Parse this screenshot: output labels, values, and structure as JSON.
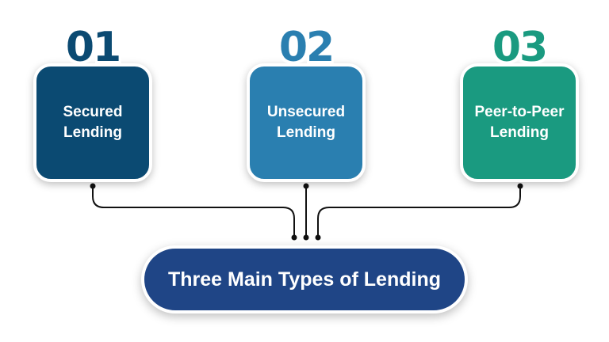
{
  "title": "Three Main Types of Lending",
  "items": [
    {
      "number": "01",
      "label": "Secured Lending",
      "color": "#0b4a72"
    },
    {
      "number": "02",
      "label": "Unsecured Lending",
      "color": "#2a7fb0"
    },
    {
      "number": "03",
      "label": "Peer-to-Peer Lending",
      "color": "#1a9a80"
    }
  ]
}
